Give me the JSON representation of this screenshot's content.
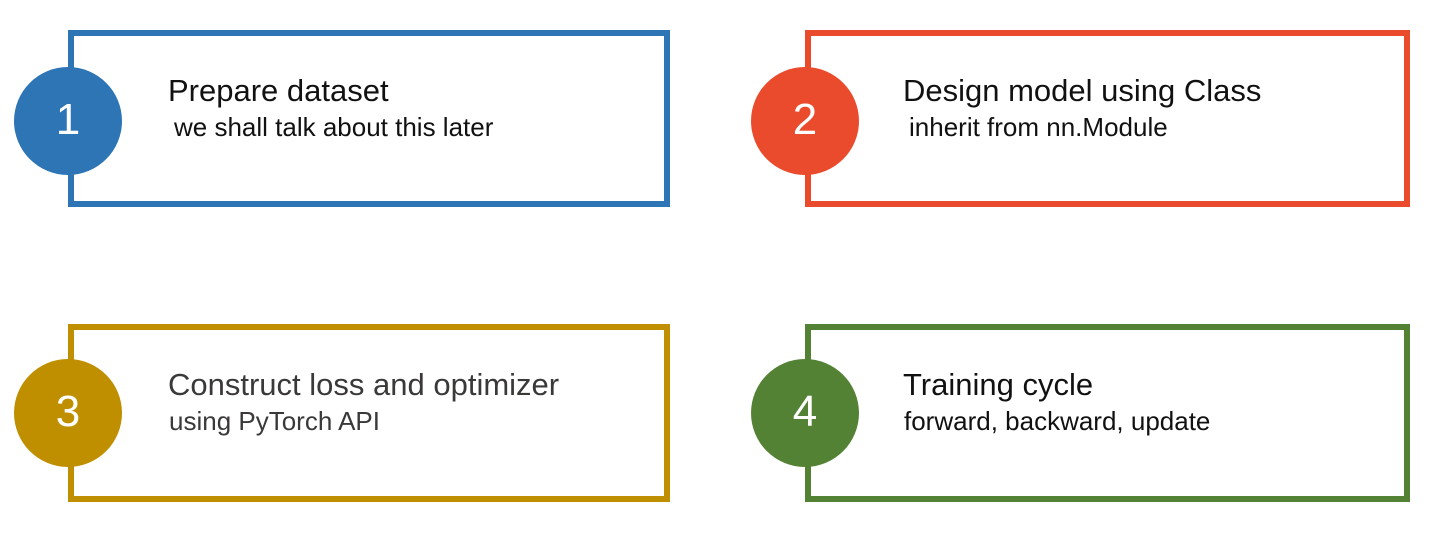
{
  "diagram": {
    "title": "PyTorch training pipeline four steps",
    "background_color": "#FFFFFF",
    "steps": [
      {
        "number": "1",
        "title": "Prepare dataset",
        "subtitle": "we shall talk about this later",
        "color": "#2E75B6",
        "color_name": "blue",
        "text_color": "#111111"
      },
      {
        "number": "2",
        "title": "Design model using Class",
        "subtitle": "inherit from nn.Module",
        "color": "#EA4B2C",
        "color_name": "red",
        "text_color": "#111111"
      },
      {
        "number": "3",
        "title": "Construct loss and optimizer",
        "subtitle": "using PyTorch API",
        "color": "#BF8F00",
        "color_name": "gold",
        "text_color": "#3B3838"
      },
      {
        "number": "4",
        "title": "Training cycle",
        "subtitle": "forward, backward, update",
        "color": "#548235",
        "color_name": "green",
        "text_color": "#111111"
      }
    ]
  }
}
